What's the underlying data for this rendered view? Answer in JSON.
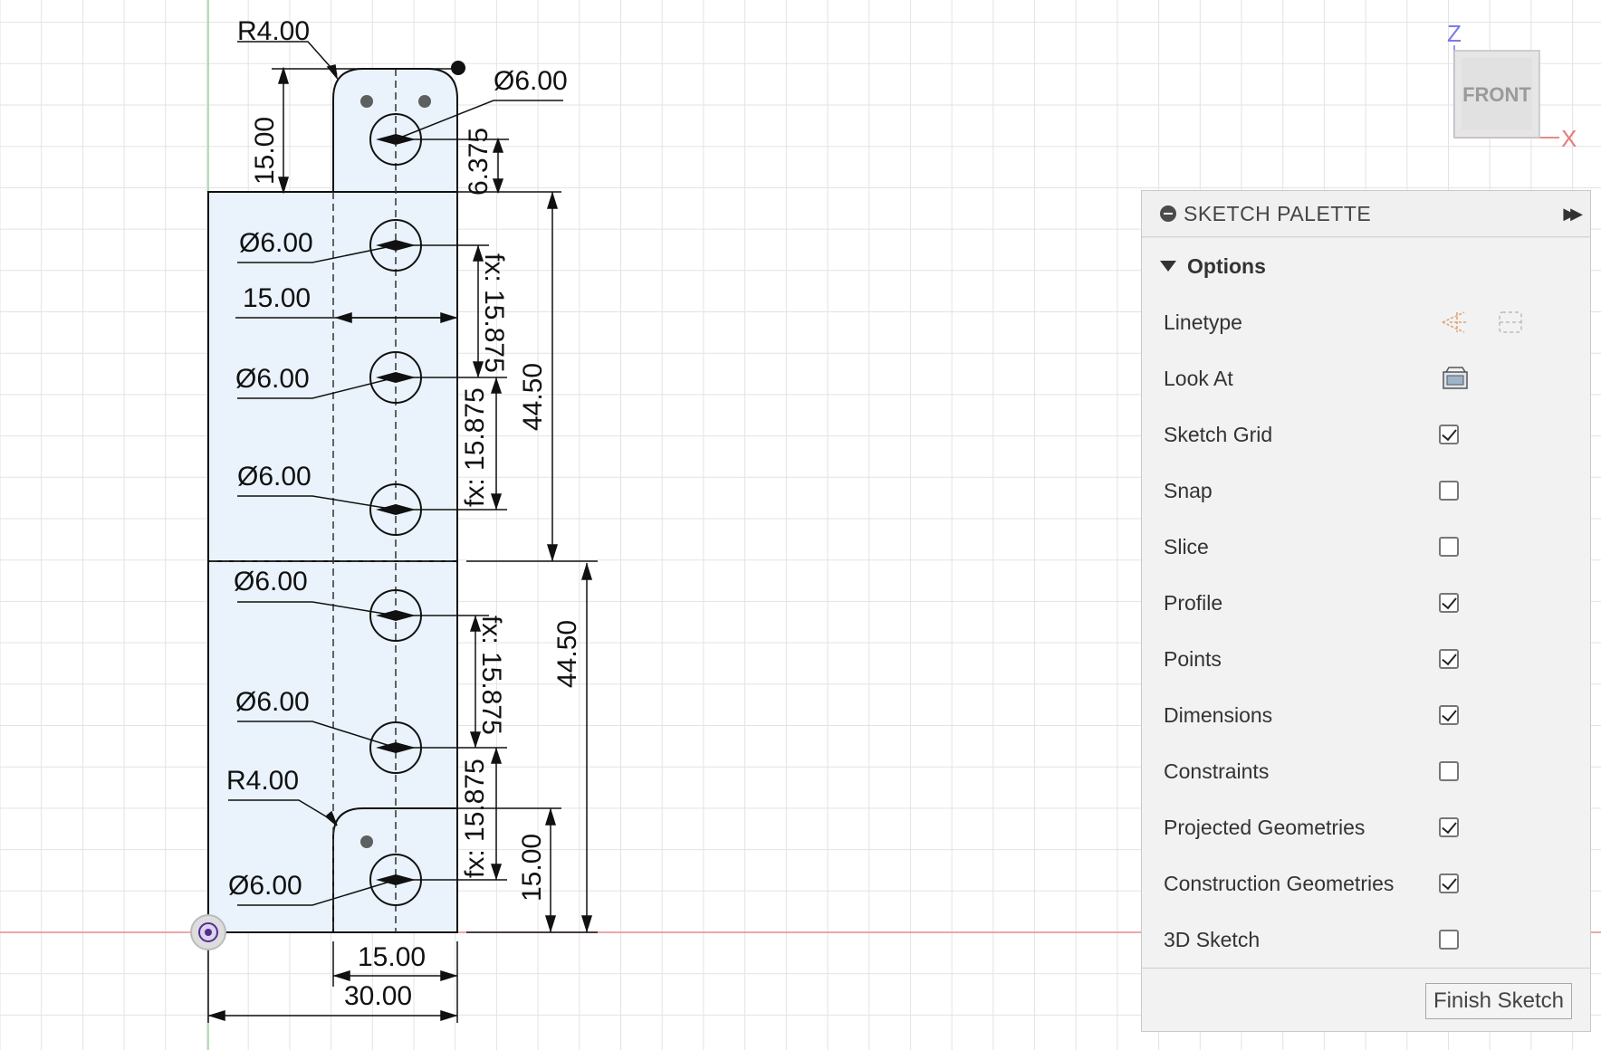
{
  "sketch": {
    "dimensions": {
      "top_tab_radius": "R4.00",
      "top_tab_height": "15.00",
      "top_hole_diameter": "Ø6.00",
      "top_hole_offset": "6.375",
      "hole2_diameter": "Ø6.00",
      "inner_width": "15.00",
      "spacing_1": "fx: 15.875",
      "hole3_diameter": "Ø6.00",
      "spacing_2": "fx: 15.875",
      "hole4_diameter": "Ø6.00",
      "upper_half_height": "44.50",
      "hole5_diameter": "Ø6.00",
      "spacing_3": "fx: 15.875",
      "lower_half_height": "44.50",
      "hole6_diameter": "Ø6.00",
      "bottom_tab_radius": "R4.00",
      "spacing_4": "fx: 15.875",
      "bottom_tab_height": "15.00",
      "bottom_hole_diameter": "Ø6.00",
      "bottom_inner_width": "15.00",
      "overall_width": "30.00"
    }
  },
  "viewcube": {
    "face_label": "FRONT",
    "axis_z": "Z",
    "axis_x": "X"
  },
  "palette": {
    "title": "SKETCH PALETTE",
    "section": "Options",
    "rows": [
      {
        "label": "Linetype",
        "control": "linetype"
      },
      {
        "label": "Look At",
        "control": "lookat"
      },
      {
        "label": "Sketch Grid",
        "control": "checkbox",
        "checked": true
      },
      {
        "label": "Snap",
        "control": "checkbox",
        "checked": false
      },
      {
        "label": "Slice",
        "control": "checkbox",
        "checked": false
      },
      {
        "label": "Profile",
        "control": "checkbox",
        "checked": true
      },
      {
        "label": "Points",
        "control": "checkbox",
        "checked": true
      },
      {
        "label": "Dimensions",
        "control": "checkbox",
        "checked": true
      },
      {
        "label": "Constraints",
        "control": "checkbox",
        "checked": false
      },
      {
        "label": "Projected Geometries",
        "control": "checkbox",
        "checked": true
      },
      {
        "label": "Construction Geometries",
        "control": "checkbox",
        "checked": true
      },
      {
        "label": "3D Sketch",
        "control": "checkbox",
        "checked": false
      }
    ],
    "finish_label": "Finish Sketch"
  },
  "colors": {
    "profile_fill": "#eaf3fb",
    "grid_line": "#e3e3e3",
    "x_axis": "#e88a8a",
    "z_axis": "#9bd49b",
    "axis_label_z": "#7a7ae8",
    "axis_label_x": "#e87a7a"
  }
}
